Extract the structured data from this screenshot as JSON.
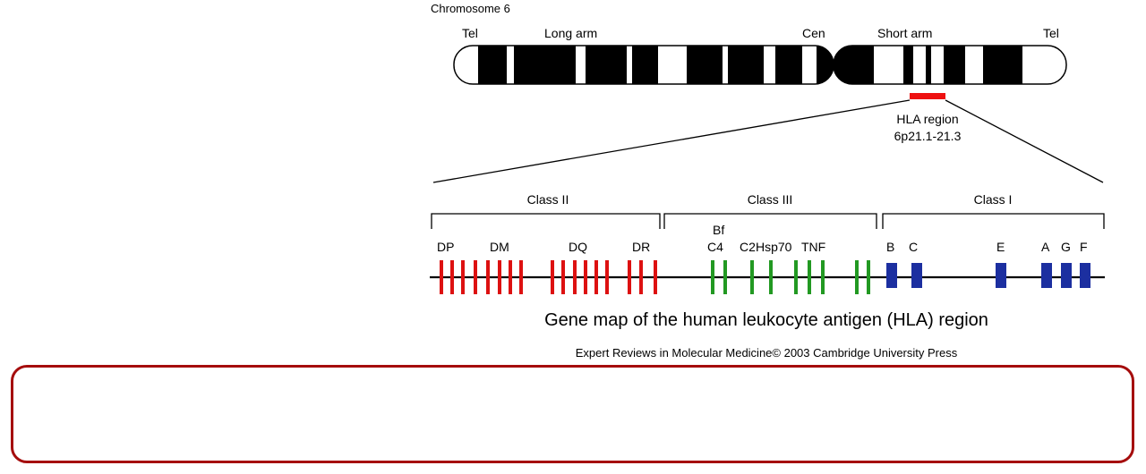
{
  "chromosome": {
    "title": "Chromosome 6",
    "labels": {
      "tel_left": "Tel",
      "long_arm": "Long  arm",
      "cen": "Cen",
      "short_arm": "Short arm",
      "tel_right": "Tel"
    }
  },
  "hla_region": {
    "label_line1": "HLA region",
    "label_line2": "6p21.1-21.3",
    "color": "#ee1111"
  },
  "classes": [
    {
      "label": "Class II"
    },
    {
      "label": "Class III"
    },
    {
      "label": "Class I"
    }
  ],
  "genes": {
    "class2": [
      "DP",
      "DM",
      "DQ",
      "DR"
    ],
    "class3": {
      "bf": "Bf",
      "c4": "C4",
      "c2": "C2",
      "hsp70": "Hsp70",
      "tnf": "TNF"
    },
    "class1": [
      "B",
      "C",
      "E",
      "A",
      "G",
      "F"
    ]
  },
  "colors": {
    "class2": "#dd1111",
    "class3": "#229922",
    "class1": "#1c2fa0",
    "frame": "#a50d0d"
  },
  "caption": "Gene map of the human leukocyte antigen (HLA) region",
  "credit": "Expert Reviews in Molecular Medicine© 2003 Cambridge University Press"
}
